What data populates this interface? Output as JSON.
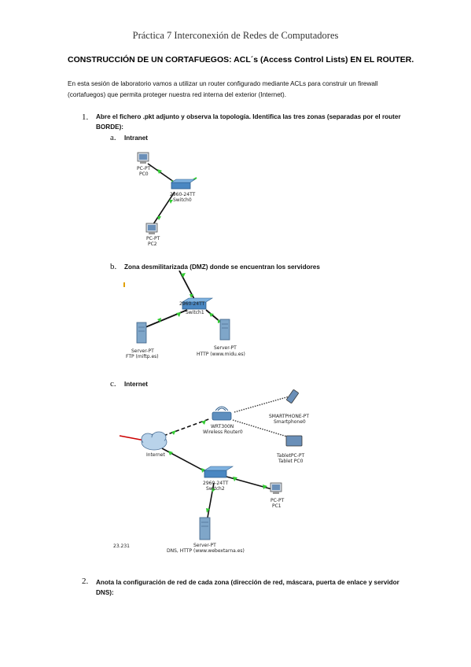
{
  "header": "Práctica 7 Interconexión de Redes de Computadores",
  "title": "CONSTRUCCIÓN DE UN CORTAFUEGOS: ACL´s (Access Control Lists) EN EL ROUTER.",
  "intro": "En esta sesión de laboratorio vamos a utilizar un router configurado mediante ACLs para construir un firewall (cortafuegos) que permita proteger nuestra red interna del exterior (Internet).",
  "items": [
    {
      "number": "1.",
      "text": "Abre el fichero .pkt adjunto y observa la topología. Identifica las tres zonas (separadas por el router BORDE):",
      "subitems": [
        {
          "letter": "a.",
          "label": "Intranet"
        },
        {
          "letter": "b.",
          "label": "Zona desmilitarizada (DMZ) donde se encuentran los servidores"
        },
        {
          "letter": "c.",
          "label": "Internet"
        }
      ]
    },
    {
      "number": "2.",
      "text": "Anota la configuración de red de cada zona (dirección de red, máscara, puerta de enlace y servidor DNS):"
    }
  ],
  "diagrams": {
    "intranet": {
      "pc0": "PC-PT\nPC0",
      "switch": "2960-24TT\nSwitch0",
      "pc2": "PC-PT\nPC2"
    },
    "dmz": {
      "switch": "2960-24TT\nSwitch1",
      "server_left": "Server-PT\nFTP (miftp.es)",
      "server_right": "Server-PT\nHTTP (www.midu.es)"
    },
    "internet": {
      "cloud": "Internet",
      "wireless": "WRT300N\nWireless Router0",
      "smartphone": "SMARTPHONE-PT\nSmartphone0",
      "tablet": "TabletPC-PT\nTablet PC0",
      "switch": "2960-24TT\nSwitch2",
      "pc": "PC-PT\nPC1",
      "server": "Server-PT\nDNS, HTTP (www.webextarna.es)",
      "side_label": "23.231"
    }
  },
  "colors": {
    "link": "#111111",
    "link_up": "#33cc33",
    "wireless": "#333333",
    "accent_red": "#cc0000"
  }
}
